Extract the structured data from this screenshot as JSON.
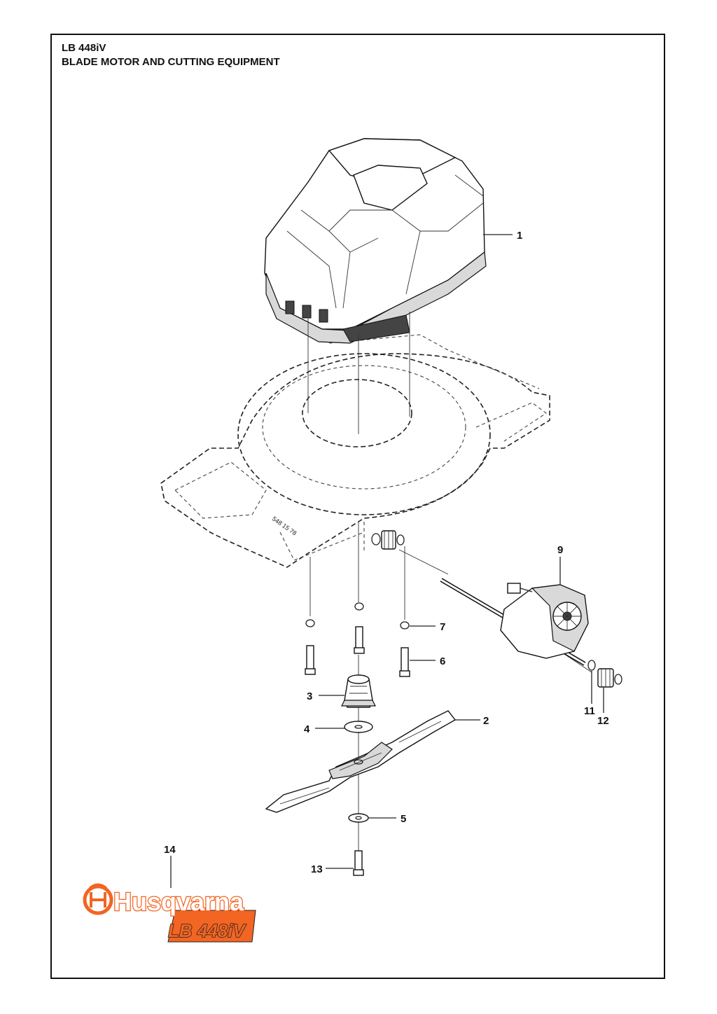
{
  "header": {
    "model": "LB 448iV",
    "title": "BLADE MOTOR AND CUTTING EQUIPMENT"
  },
  "callouts": {
    "c1": "1",
    "c2": "2",
    "c3": "3",
    "c4": "4",
    "c5": "5",
    "c6": "6",
    "c7": "7",
    "c9": "9",
    "c11": "11",
    "c12": "12",
    "c13": "13",
    "c14": "14"
  },
  "decal": {
    "brand": "Husqvarna",
    "model": "LB 448iV",
    "brand_color": "#f26522",
    "model_color": "#f26522"
  },
  "deck_stamp": "548 15 78"
}
